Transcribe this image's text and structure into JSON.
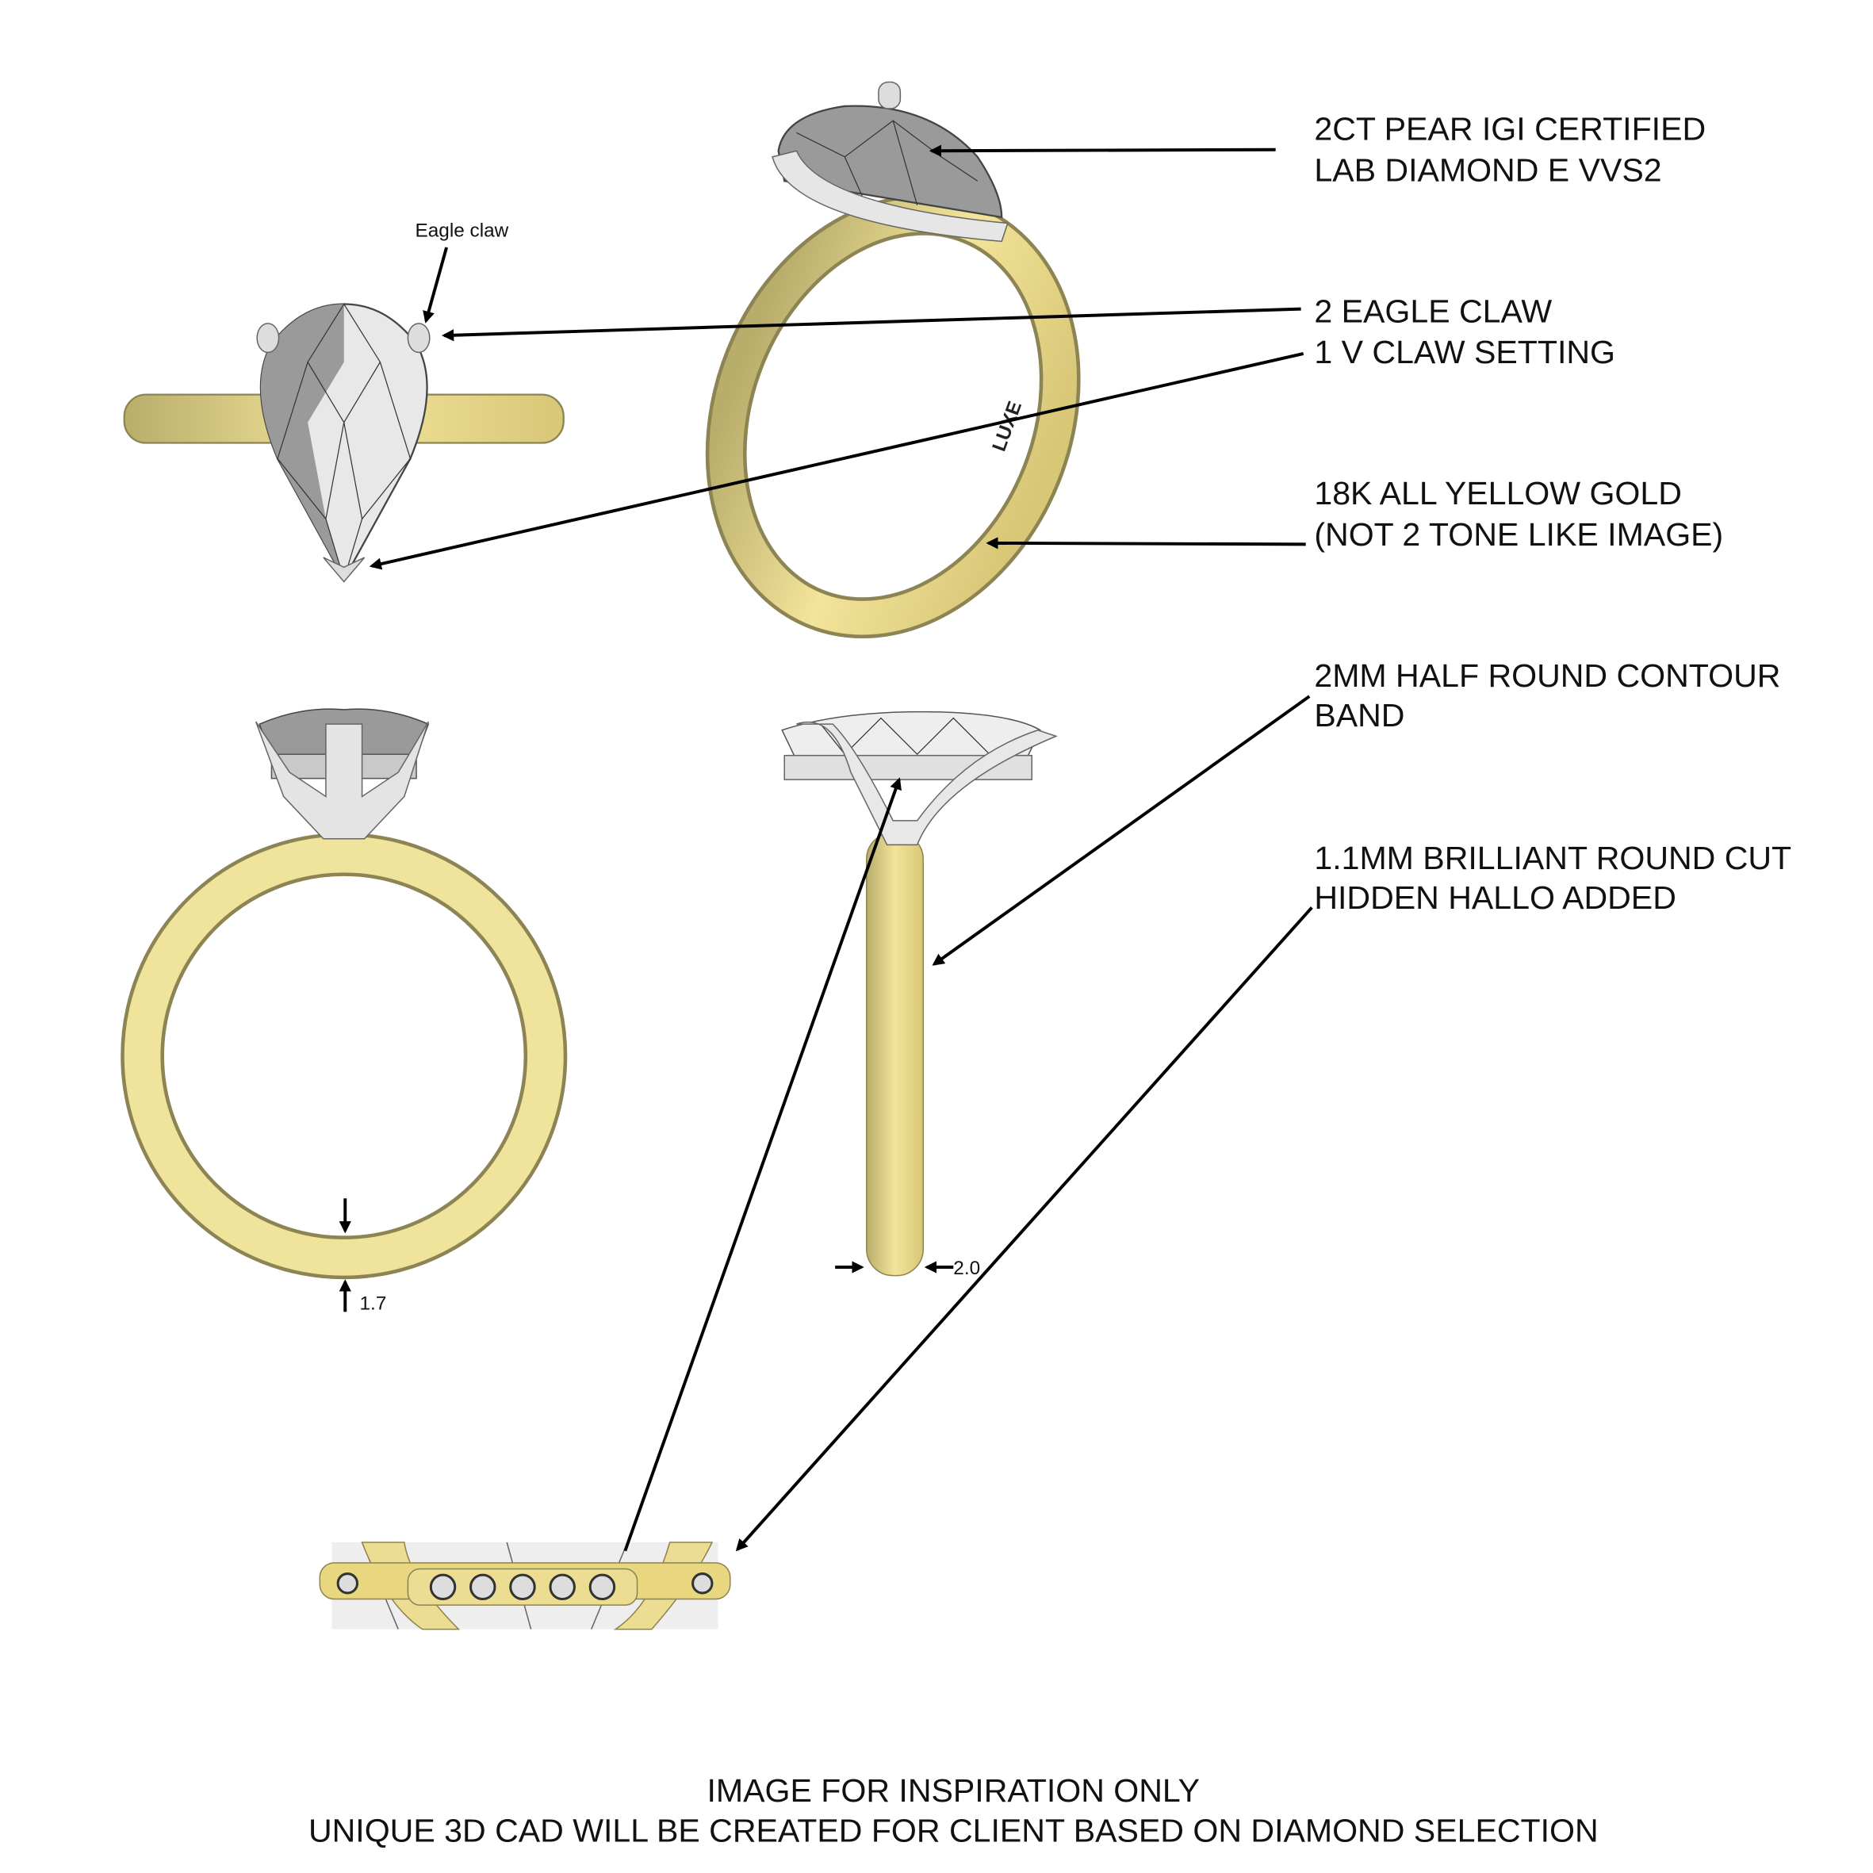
{
  "callouts": {
    "diamond": [
      "2CT PEAR IGI CERTIFIED",
      "LAB DIAMOND E VVS2"
    ],
    "claws": [
      "2 EAGLE CLAW",
      "1 V CLAW SETTING"
    ],
    "metal": [
      "18K ALL YELLOW GOLD",
      "(NOT 2 TONE LIKE IMAGE)"
    ],
    "band": [
      "2MM HALF ROUND CONTOUR",
      "BAND"
    ],
    "halo": [
      "1.1MM BRILLIANT ROUND CUT",
      "HIDDEN HALLO ADDED"
    ]
  },
  "eagle_claw_note": "Eagle claw",
  "engraving": "LUXE",
  "dimensions": {
    "band_thickness": "1.7",
    "band_width": "2.0"
  },
  "footer": [
    "IMAGE FOR INSPIRATION ONLY",
    "UNIQUE 3D CAD WILL BE CREATED FOR CLIENT BASED ON DIAMOND SELECTION"
  ],
  "colors": {
    "gold": "#e8d77e",
    "gold_dark": "#b8ab6a",
    "white_gold": "#e4e4e4",
    "diamond": "#9a9a9a"
  }
}
